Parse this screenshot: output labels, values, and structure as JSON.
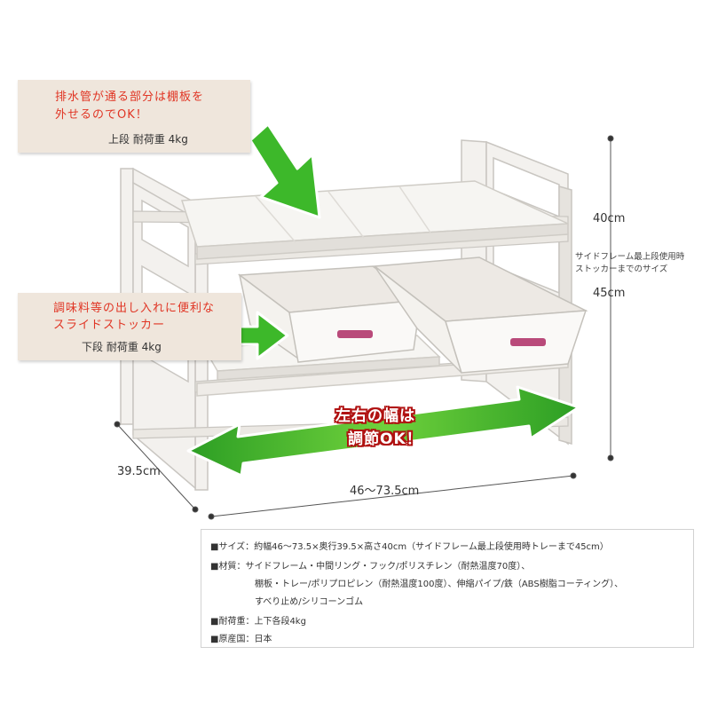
{
  "callouts": {
    "upper": {
      "line1": "排水管が通る部分は棚板を",
      "line2": "外せるのでOK！",
      "load": "上段 耐荷重 4kg"
    },
    "lower": {
      "line1": "調味料等の出し入れに便利な",
      "line2": "スライドストッカー",
      "load": "下段 耐荷重 4kg"
    }
  },
  "dimensions": {
    "height_upper": "40cm",
    "stocker_note_line1": "サイドフレーム最上段使用時",
    "stocker_note_line2": "ストッカーまでのサイズ",
    "height_lower": "45cm",
    "depth": "39.5cm",
    "width": "46～73.5cm"
  },
  "banner": {
    "line1": "左右の幅は",
    "line2": "調節OK！"
  },
  "specs": {
    "size": "■サイズ：約幅46～73.5×奥行39.5×高さ40cm（サイドフレーム最上段使用時トレーまで45cm）",
    "material_line1": "■材質：サイドフレーム・中間リング・フック/ポリスチレン（耐熱温度70度）、",
    "material_line2": "棚板・トレー/ポリプロピレン（耐熱温度100度）、伸縮パイプ/鉄（ABS樹脂コーティング）、",
    "material_line3": "すべり止め/シリコーンゴム",
    "load": "■耐荷重：上下各段4kg",
    "origin": "■原産国：日本"
  },
  "colors": {
    "callout_bg": "#efe6dc",
    "callout_text": "#e03524",
    "arrow_green": "#3db82a",
    "banner_text": "#ffffff",
    "banner_outline": "#b01111",
    "shelf_white": "#f4f2ef"
  },
  "icons": {
    "green_arrow_upper": "green-diagonal-arrow",
    "green_arrow_lower": "green-right-arrow",
    "width_arrow": "green-double-arrow"
  }
}
